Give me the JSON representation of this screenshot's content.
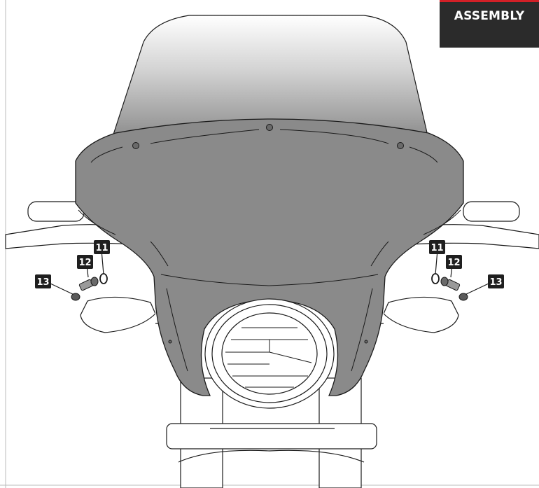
{
  "header": {
    "section_label": "ASSEMBLY"
  },
  "callouts": {
    "left": {
      "washer": "11",
      "bolt": "12",
      "cap": "13"
    },
    "right": {
      "washer": "11",
      "bolt": "12",
      "cap": "13"
    }
  },
  "colors": {
    "badge_bg": "#2b2b2b",
    "badge_accent": "#d32027",
    "fairing": "#8a8a8a",
    "callout_bg": "#1f1f1f",
    "line_art": "#1a1a1a"
  }
}
